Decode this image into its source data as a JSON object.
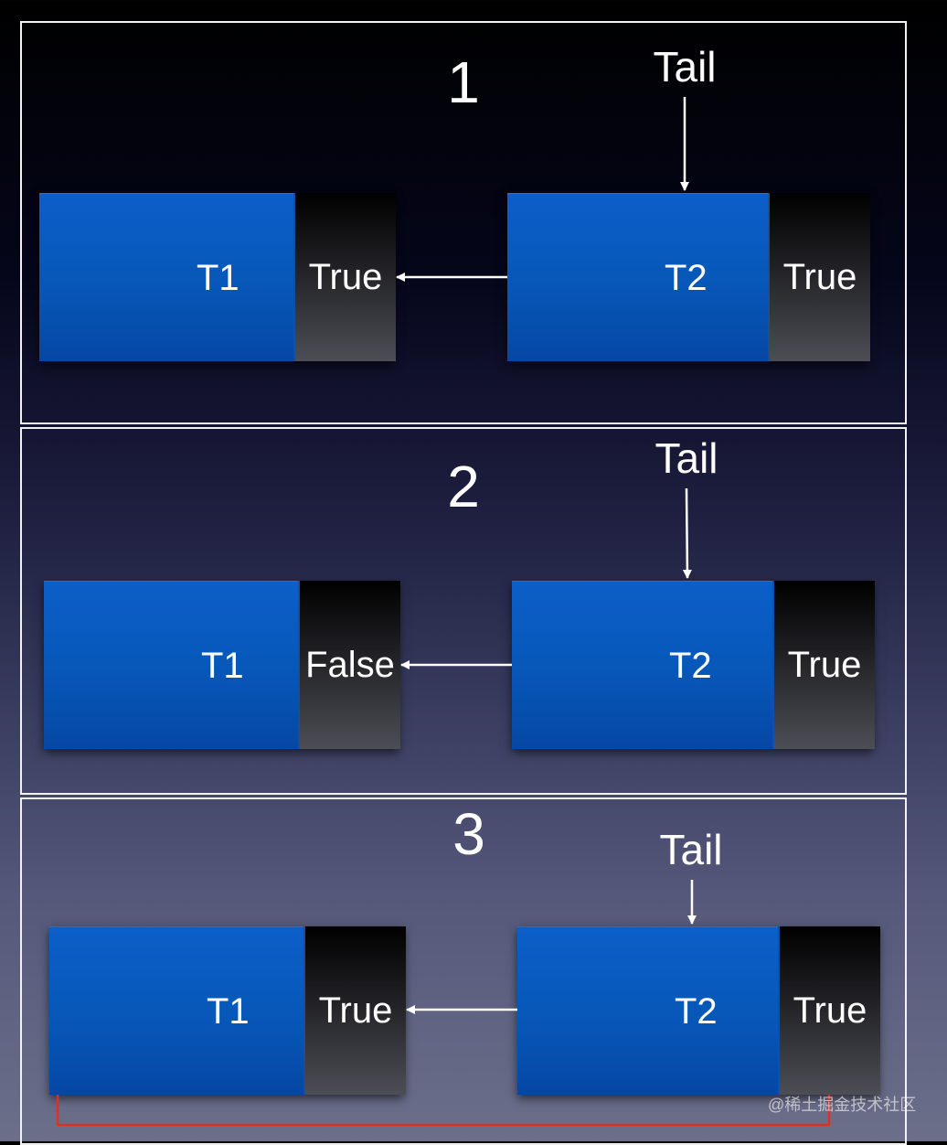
{
  "panels": [
    {
      "step": "1",
      "tail_label": "Tail",
      "nodes": [
        {
          "name": "T1",
          "value": "True"
        },
        {
          "name": "T2",
          "value": "True"
        }
      ]
    },
    {
      "step": "2",
      "tail_label": "Tail",
      "nodes": [
        {
          "name": "T1",
          "value": "False"
        },
        {
          "name": "T2",
          "value": "True"
        }
      ]
    },
    {
      "step": "3",
      "tail_label": "Tail",
      "nodes": [
        {
          "name": "T1",
          "value": "True"
        },
        {
          "name": "T2",
          "value": "True"
        }
      ]
    }
  ],
  "colors": {
    "node_blue": "#0757b8",
    "flag_dark": "#222226",
    "arrow": "#ffffff",
    "recycle_link": "#e0301e",
    "border": "#f2f2f2"
  },
  "watermark": "@稀土掘金技术社区"
}
